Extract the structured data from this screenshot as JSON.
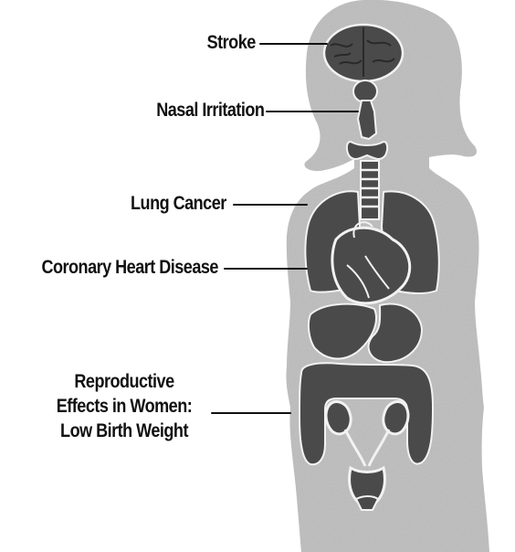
{
  "figure": {
    "labels": {
      "stroke": "Stroke",
      "nasal": "Nasal Irritation",
      "lung": "Lung Cancer",
      "heart": "Coronary Heart Disease",
      "repro_line1": "Reproductive",
      "repro_line2": "Effects in Women:",
      "repro_line3": "Low Birth Weight"
    },
    "colors": {
      "body_silhouette": "#bdbdbd",
      "organ": "#4a4a4a",
      "organ_outline": "#f2f2f2",
      "line": "#111111",
      "text": "#111111"
    }
  }
}
